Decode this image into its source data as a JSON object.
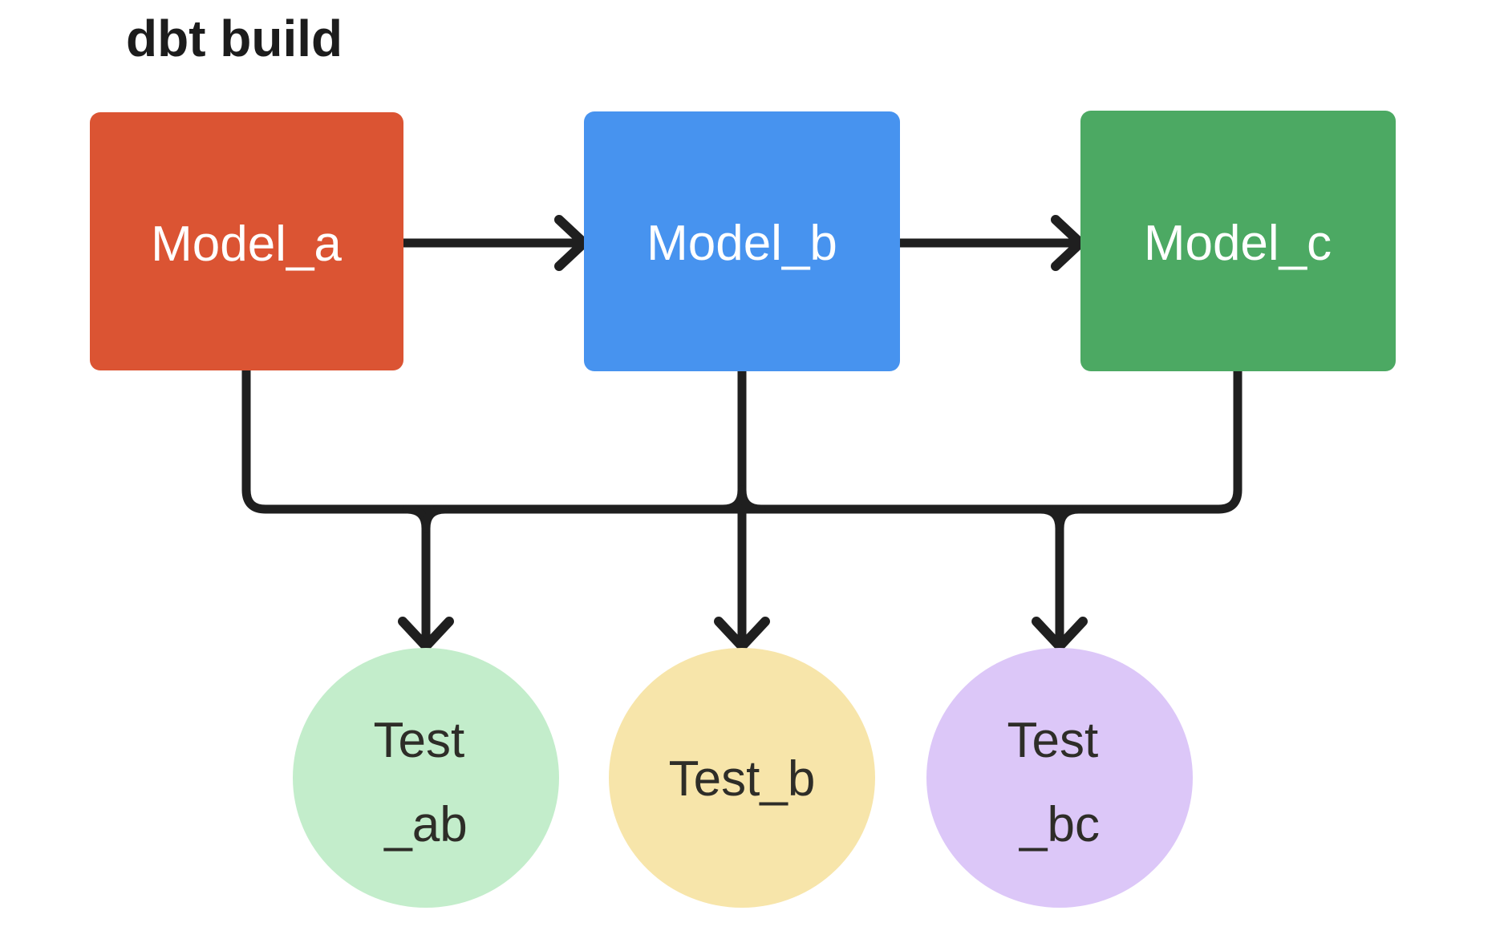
{
  "title": "dbt build",
  "colors": {
    "background": "#ffffff",
    "edge": "#1f1f1f",
    "title_text": "#1c1c1c",
    "test_text": "#2e2d28"
  },
  "models": [
    {
      "id": "model_a",
      "label": "Model_a",
      "fill": "#db5433",
      "text_color": "#ffffff"
    },
    {
      "id": "model_b",
      "label": "Model_b",
      "fill": "#4793ef",
      "text_color": "#ffffff"
    },
    {
      "id": "model_c",
      "label": "Model_c",
      "fill": "#4ca963",
      "text_color": "#ffffff"
    }
  ],
  "tests": [
    {
      "id": "test_ab",
      "lines": [
        "Test",
        "_ab"
      ],
      "fill": "#c3edcb"
    },
    {
      "id": "test_b",
      "lines": [
        "Test_b"
      ],
      "fill": "#f7e5aa"
    },
    {
      "id": "test_bc",
      "lines": [
        "Test",
        "_bc"
      ],
      "fill": "#dcc7f8"
    }
  ],
  "connections": {
    "model_chain": [
      {
        "from": "Model_a",
        "to": "Model_b"
      },
      {
        "from": "Model_b",
        "to": "Model_c"
      }
    ],
    "test_bus": {
      "from_models": [
        "Model_a",
        "Model_b",
        "Model_c"
      ],
      "to_tests": [
        "Test_ab",
        "Test_b",
        "Test_bc"
      ]
    }
  }
}
